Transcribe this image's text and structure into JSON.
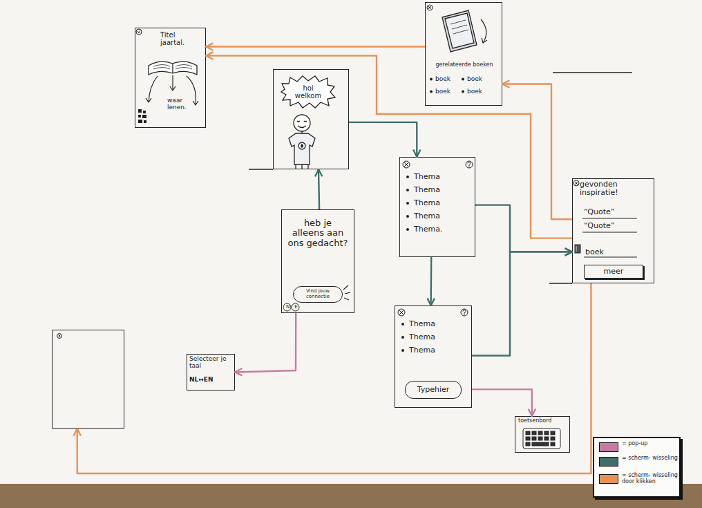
{
  "diagram": {
    "nodes": [
      {
        "text": [
          "Titel jaartal.",
          "waar lenen."
        ]
      },
      {
        "text": [
          "gerelateerde boeken",
          "boek",
          "boek",
          "boek",
          "boek"
        ]
      },
      {
        "text": []
      },
      {
        "text": [
          "hoi welkom"
        ],
        "in": 2
      },
      {
        "text": [
          "Thema",
          "Thema",
          "Thema",
          "Thema",
          "Thema."
        ]
      },
      {
        "text": [
          "gevonden inspiratie!",
          "“Quote”",
          "“Quote”",
          "boek"
        ]
      },
      {
        "text": [
          "meer"
        ],
        "in": 5
      },
      {
        "text": [
          "heb je alleens aan ons gedacht?",
          "N",
          "E"
        ]
      },
      {
        "text": [
          "Vind jouw connectie"
        ],
        "in": 7
      },
      {
        "text": [
          "Thema",
          "Thema",
          "Thema"
        ]
      },
      {
        "text": [
          "Typehier"
        ],
        "in": 9
      },
      {
        "text": []
      },
      {
        "text": [
          "Selecteer je taal",
          "NL↔EN"
        ]
      },
      {
        "text": [
          "toetsenbord"
        ]
      }
    ],
    "edges": [
      {
        "from": 7,
        "to": 12,
        "arrow": "to"
      },
      {
        "from": 7,
        "to": 2,
        "arrow": "to"
      },
      {
        "from": 2,
        "to": 4,
        "arrow": "to"
      },
      {
        "from": 4,
        "to": 9,
        "arrow": "to"
      },
      {
        "from": 4,
        "to": 5,
        "arrow": "to"
      },
      {
        "from": 9,
        "to": 5,
        "arrow": "to"
      },
      {
        "from": 9,
        "to": 13,
        "arrow": "to"
      },
      {
        "from": 5,
        "to": 1,
        "arrow": "to"
      },
      {
        "from": 1,
        "to": 0,
        "arrow": "to"
      },
      {
        "from": 5,
        "to": 0,
        "arrow": "to"
      },
      {
        "from": 5,
        "to": 11,
        "arrow": "to"
      }
    ],
    "legend": [
      {
        "text": "= pop-up",
        "color": "#c77ba3"
      },
      {
        "text": "= scherm- wisseling",
        "color": "#3f6f69"
      },
      {
        "text": "= scherm- wisseling door klikken",
        "color": "#e59257"
      }
    ]
  }
}
